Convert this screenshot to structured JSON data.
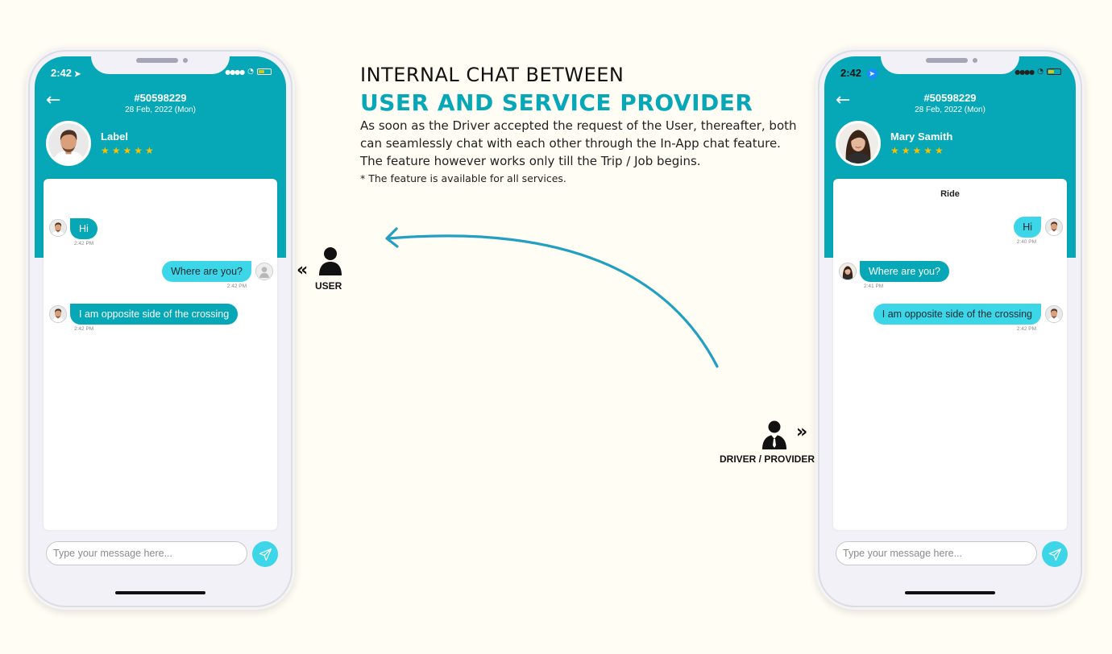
{
  "headline": {
    "line1": "INTERNAL CHAT BETWEEN",
    "line2": "USER AND SERVICE PROVIDER",
    "description": [
      "As soon as the Driver accepted the request of the User, thereafter, both",
      "can seamlessly chat with each other through the In-App chat feature.",
      "The feature however works only till the Trip / Job begins."
    ],
    "note": "* The feature is available for all services."
  },
  "roles": {
    "user": "USER",
    "driver": "DRIVER / PROVIDER"
  },
  "colors": {
    "teal": "#06a7b6",
    "bubble_light": "#3cd6e8",
    "background": "#fffdf4",
    "star": "#f7c200"
  },
  "left_phone": {
    "status_time": "2:42",
    "order_id": "#50598229",
    "order_date": "28 Feb, 2022 (Mon)",
    "profile_name": "Label",
    "stars": "★★★★★",
    "messages": [
      {
        "text": "Hi",
        "time": "2:42 PM",
        "side": "in"
      },
      {
        "text": "Where are you?",
        "time": "2:42 PM",
        "side": "out"
      },
      {
        "text": "I am opposite side of the crossing",
        "time": "2:42 PM",
        "side": "in"
      }
    ],
    "input_placeholder": "Type your message here..."
  },
  "right_phone": {
    "status_time": "2:42",
    "order_id": "#50598229",
    "order_date": "28 Feb, 2022 (Mon)",
    "profile_name": "Mary Samith",
    "stars": "★★★★★",
    "card_title": "Ride",
    "messages": [
      {
        "text": "Hi",
        "time": "2:40 PM",
        "side": "out"
      },
      {
        "text": "Where are you?",
        "time": "2:41 PM",
        "side": "in"
      },
      {
        "text": "I am opposite side of the crossing",
        "time": "2:42 PM",
        "side": "out"
      }
    ],
    "input_placeholder": "Type your message here..."
  },
  "icons": {
    "back": "back-arrow-icon",
    "send": "send-icon",
    "user": "user-icon",
    "driver": "driver-icon",
    "chevrons": "double-chevron-icon",
    "location": "location-arrow-icon"
  }
}
